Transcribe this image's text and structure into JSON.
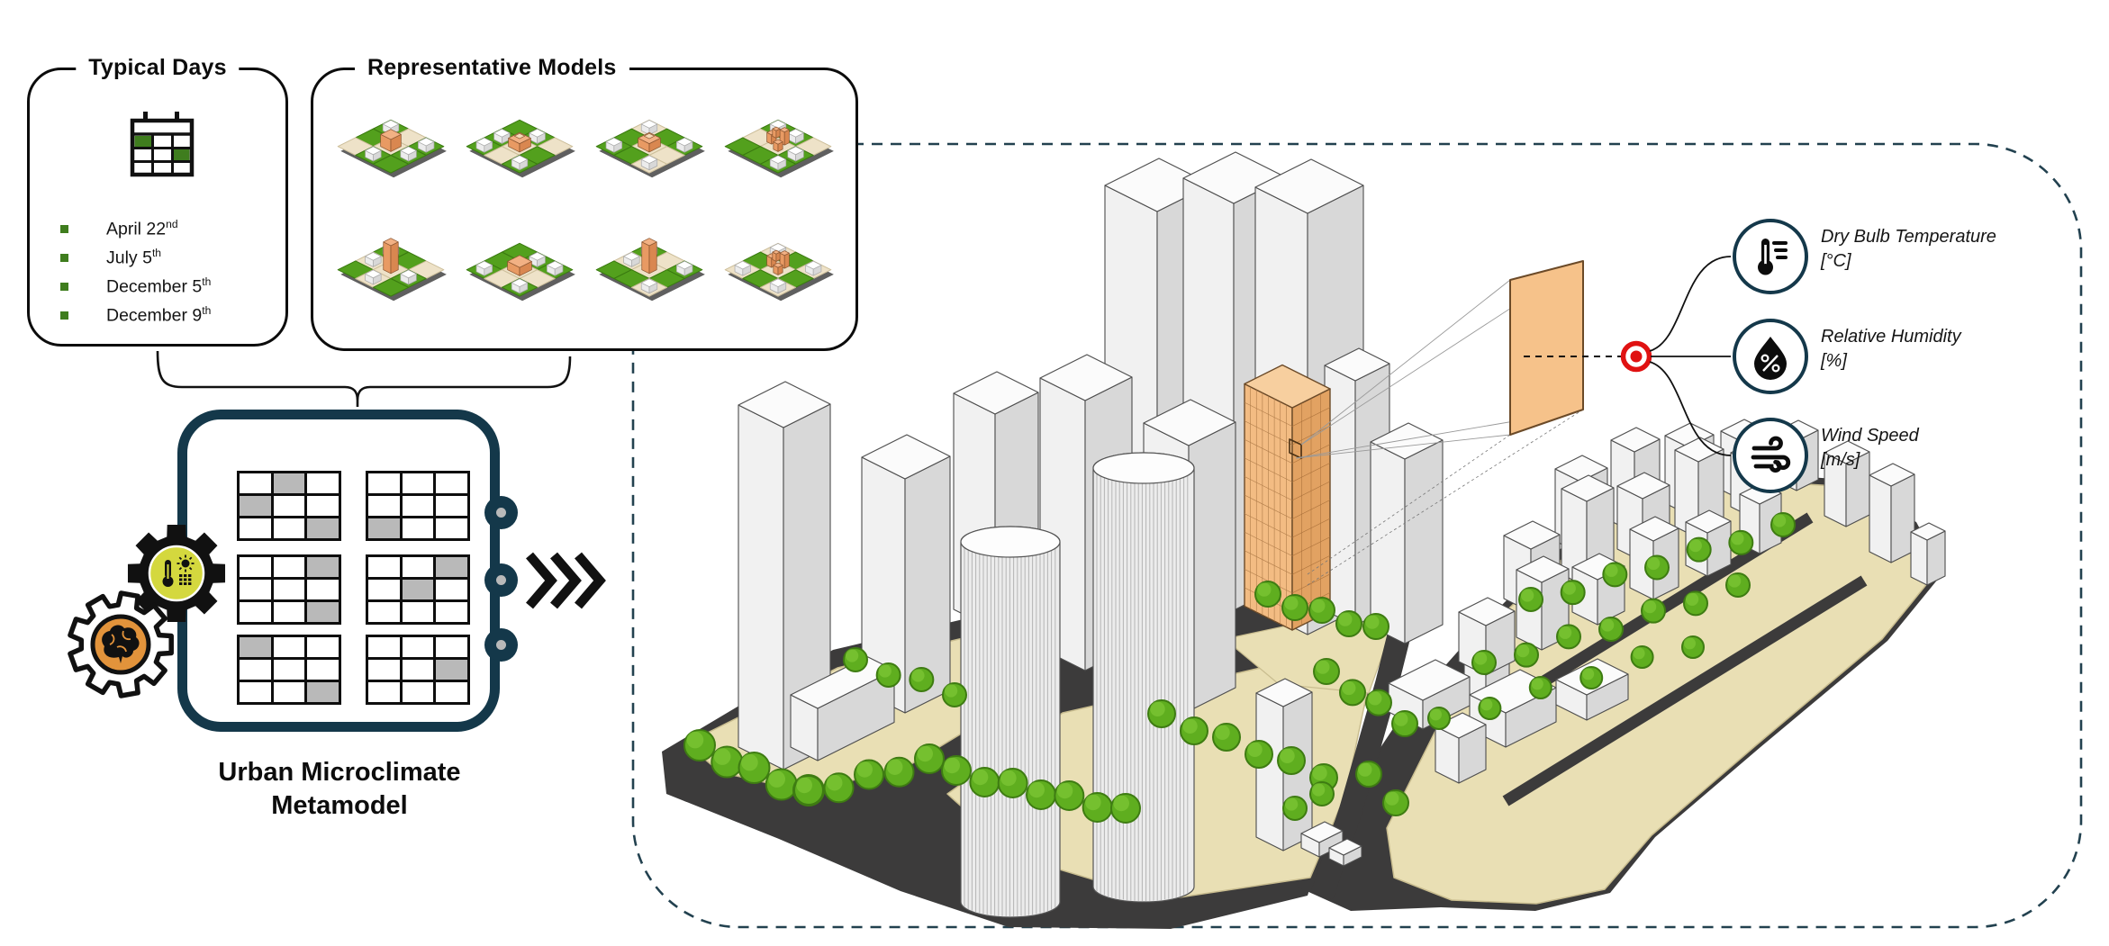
{
  "typical_days": {
    "title": "Typical Days",
    "icon": "calendar-icon",
    "dates": [
      {
        "text": "April 22",
        "sup": "nd"
      },
      {
        "text": "July 5",
        "sup": "th"
      },
      {
        "text": "December 5",
        "sup": "th"
      },
      {
        "text": "December 9",
        "sup": "th"
      }
    ]
  },
  "representative_models": {
    "title": "Representative Models",
    "tiles": [
      {
        "greens": [
          0,
          2,
          3,
          5,
          7,
          8
        ],
        "blocks": [
          0,
          2,
          5,
          7
        ],
        "center": "box"
      },
      {
        "greens": [
          0,
          1,
          3,
          5,
          6,
          8
        ],
        "blocks": [
          1,
          3,
          6,
          8
        ],
        "center": "ring"
      },
      {
        "greens": [
          1,
          2,
          3,
          6,
          7
        ],
        "blocks": [
          0,
          2,
          6,
          8
        ],
        "center": "ring"
      },
      {
        "greens": [
          0,
          1,
          5,
          6,
          7,
          8
        ],
        "blocks": [
          0,
          1,
          5,
          8
        ],
        "center": "cluster"
      },
      {
        "greens": [
          0,
          1,
          5,
          6,
          8
        ],
        "blocks": [
          0,
          3,
          5,
          7
        ],
        "center": "tall"
      },
      {
        "greens": [
          0,
          1,
          2,
          3,
          6,
          8
        ],
        "blocks": [
          1,
          2,
          6,
          8
        ],
        "center": "bar"
      },
      {
        "greens": [
          0,
          2,
          5,
          6,
          7
        ],
        "blocks": [
          0,
          2,
          3,
          8
        ],
        "center": "tall"
      },
      {
        "greens": [
          1,
          3,
          5,
          7
        ],
        "blocks": [
          0,
          2,
          6,
          8
        ],
        "center": "cluster"
      }
    ]
  },
  "metamodel": {
    "label_line1": "Urban Microclimate",
    "label_line2": "Metamodel",
    "grids": [
      [
        1,
        3,
        8
      ],
      [
        6
      ],
      [
        2,
        8
      ],
      [
        2,
        4
      ],
      [
        0,
        8
      ],
      [
        5
      ]
    ],
    "gear_icons": [
      "thermometer-sun-gear-icon",
      "brain-gear-icon"
    ],
    "flow_icon": "fast-forward-chevrons-icon"
  },
  "outputs": [
    {
      "label": "Dry Bulb Temperature",
      "unit": "[°C]",
      "icon": "thermometer-icon"
    },
    {
      "label": "Relative Humidity",
      "unit": "[%]",
      "icon": "humidity-percent-icon"
    },
    {
      "label": "Wind Speed",
      "unit": "[m/s]",
      "icon": "wind-icon"
    }
  ],
  "scene": {
    "sensor_icon": "sensor-point-icon",
    "facade_panel": "sampled-facade-panel",
    "target_building": "orange-gridded-tower"
  },
  "colors": {
    "accent_navy": "#14384a",
    "highlight_red": "#e01212",
    "panel_orange": "#f6c28a",
    "gear_yellow": "#d4d83e",
    "gear_orange": "#e2933b",
    "bullet_green": "#3f7d1e",
    "tree_green": "#5fae1f",
    "road_gray": "#3c3b3b",
    "plaza_tan": "#e9dfb4",
    "cell_gray": "#b9b9b9"
  }
}
